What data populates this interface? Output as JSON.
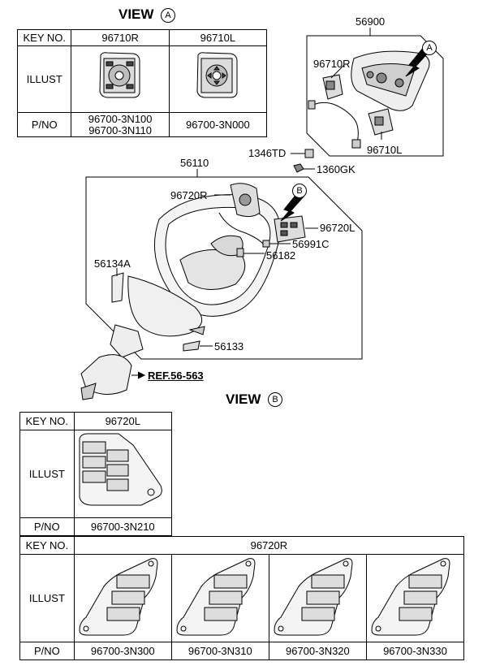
{
  "view_a": {
    "title": "VIEW",
    "marker": "A",
    "key_no_label": "KEY NO.",
    "illust_label": "ILLUST",
    "pno_label": "P/NO",
    "columns": [
      {
        "key": "96710R",
        "pno_lines": [
          "96700-3N100",
          "96700-3N110"
        ]
      },
      {
        "key": "96710L",
        "pno_lines": [
          "96700-3N000"
        ]
      }
    ]
  },
  "assembly": {
    "top_box_label": "56900",
    "label_96710R": "96710R",
    "label_96710L": "96710L",
    "marker_a": "A",
    "label_1346TD": "1346TD",
    "label_1360GK": "1360GK",
    "label_56110": "56110",
    "label_96720R": "96720R",
    "label_96720L": "96720L",
    "marker_b": "B",
    "label_56991C": "56991C",
    "label_56182": "56182",
    "label_56134A": "56134A",
    "label_56133": "56133",
    "ref_label": "REF.56-563"
  },
  "view_b": {
    "title": "VIEW",
    "marker": "B",
    "key_no_label": "KEY NO.",
    "illust_label": "ILLUST",
    "pno_label": "P/NO",
    "single": {
      "key": "96720L",
      "pno": "96700-3N210"
    },
    "multi_key": "96720R",
    "multi_pnos": [
      "96700-3N300",
      "96700-3N310",
      "96700-3N320",
      "96700-3N330"
    ]
  }
}
